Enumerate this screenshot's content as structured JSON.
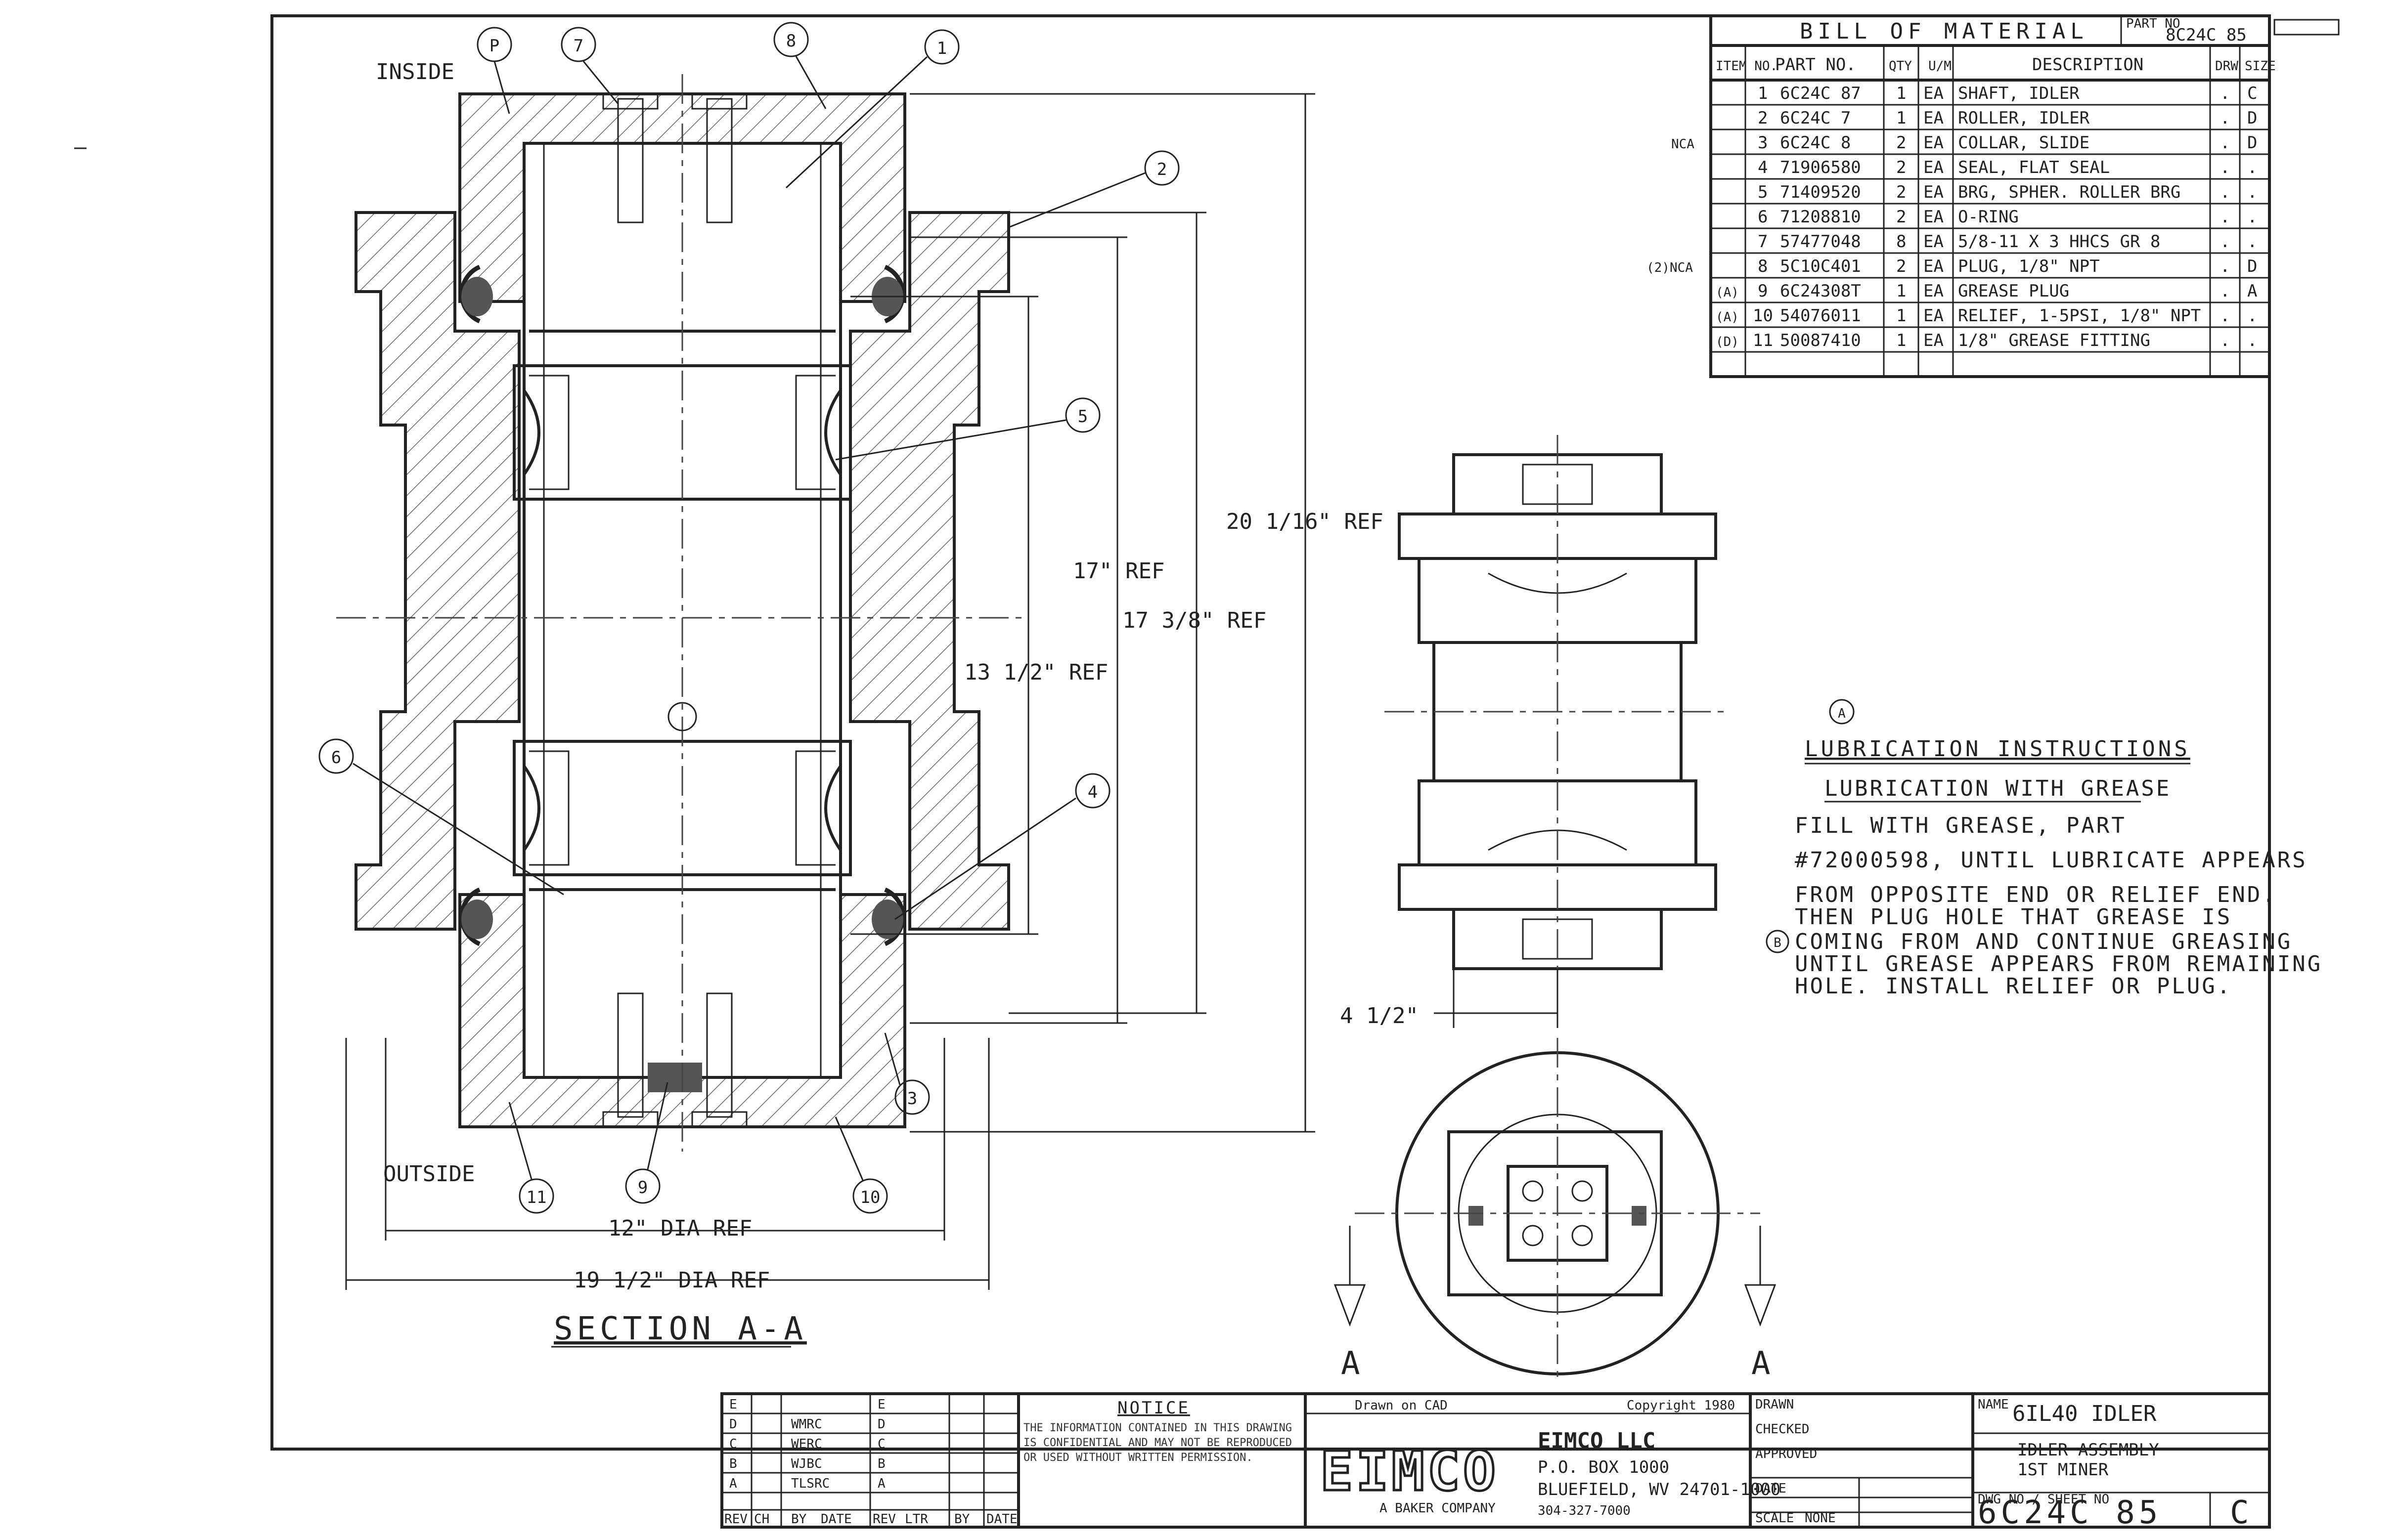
{
  "drawing": {
    "labels": {
      "inside": "INSIDE",
      "outside": "OUTSIDE",
      "section_title": "SECTION A-A",
      "section_letter": "A"
    },
    "balloons": {
      "p": "P",
      "n7": "7",
      "n8": "8",
      "n1": "1",
      "n2": "2",
      "n5": "5",
      "n6": "6",
      "n4": "4",
      "n3": "3",
      "n11": "11",
      "n9": "9",
      "n10": "10"
    },
    "dimensions": {
      "d1": "20 1/16\" REF",
      "d2": "17\" REF",
      "d3": "17 3/8\" REF",
      "d4": "13 1/2\" REF",
      "d5": "12\" DIA REF",
      "d6": "19 1/2\" DIA REF",
      "d7": "4 1/2\""
    }
  },
  "bom": {
    "title": "BILL OF MATERIAL",
    "ref_label": "PART NO",
    "ref_value": "8C24C 85",
    "headers": [
      "ITEM NO.",
      "PART NO.",
      "QTY",
      "U/M",
      "DESCRIPTION",
      "DRW",
      "SIZE"
    ],
    "rows": [
      {
        "mark": "",
        "item": "1",
        "part": "6C24C 87",
        "qty": "1",
        "um": "EA",
        "desc": "SHAFT, IDLER",
        "drw": ".",
        "size": "C"
      },
      {
        "mark": "",
        "item": "2",
        "part": "6C24C 7",
        "qty": "1",
        "um": "EA",
        "desc": "ROLLER, IDLER",
        "drw": ".",
        "size": "D"
      },
      {
        "mark": "NCA",
        "item": "3",
        "part": "6C24C 8",
        "qty": "2",
        "um": "EA",
        "desc": "COLLAR, SLIDE",
        "drw": ".",
        "size": "D"
      },
      {
        "mark": "",
        "item": "4",
        "part": "71906580",
        "qty": "2",
        "um": "EA",
        "desc": "SEAL, FLAT SEAL",
        "drw": ".",
        "size": "."
      },
      {
        "mark": "",
        "item": "5",
        "part": "71409520",
        "qty": "2",
        "um": "EA",
        "desc": "BRG, SPHER. ROLLER BRG",
        "drw": ".",
        "size": "."
      },
      {
        "mark": "",
        "item": "6",
        "part": "71208810",
        "qty": "2",
        "um": "EA",
        "desc": "O-RING",
        "drw": ".",
        "size": "."
      },
      {
        "mark": "",
        "item": "7",
        "part": "57477048",
        "qty": "8",
        "um": "EA",
        "desc": "5/8-11 X 3 HHCS GR 8",
        "drw": ".",
        "size": "."
      },
      {
        "mark": "(2)NCA",
        "item": "8",
        "part": "5C10C401",
        "qty": "2",
        "um": "EA",
        "desc": "PLUG, 1/8\" NPT",
        "drw": ".",
        "size": "D"
      },
      {
        "mark": "(A)",
        "item": "9",
        "part": "6C24308T",
        "qty": "1",
        "um": "EA",
        "desc": "GREASE PLUG",
        "drw": ".",
        "size": "A"
      },
      {
        "mark": "(A)",
        "item": "10",
        "part": "54076011",
        "qty": "1",
        "um": "EA",
        "desc": "RELIEF, 1-5PSI, 1/8\" NPT",
        "drw": ".",
        "size": "."
      },
      {
        "mark": "(D)",
        "item": "11",
        "part": "50087410",
        "qty": "1",
        "um": "EA",
        "desc": "1/8\" GREASE FITTING",
        "drw": ".",
        "size": "."
      }
    ]
  },
  "notes": {
    "marker": "A",
    "heading": "LUBRICATION INSTRUCTIONS",
    "subheading": "LUBRICATION WITH GREASE",
    "lines": [
      "FILL WITH GREASE, PART",
      "#72000598, UNTIL LUBRICATE APPEARS",
      "FROM OPPOSITE END OR RELIEF END.",
      "THEN PLUG HOLE THAT GREASE IS",
      "COMING FROM AND CONTINUE GREASING",
      "UNTIL GREASE APPEARS FROM REMAINING",
      "HOLE. INSTALL RELIEF OR PLUG."
    ],
    "side_marker": "B"
  },
  "title_block": {
    "revisions": [
      {
        "rev": "E",
        "by": "",
        "date": ""
      },
      {
        "rev": "D",
        "by": "WMRC",
        "date": ""
      },
      {
        "rev": "C",
        "by": "WERC",
        "date": ""
      },
      {
        "rev": "B",
        "by": "WJBC",
        "date": ""
      },
      {
        "rev": "A",
        "by": "TLSRC",
        "date": ""
      }
    ],
    "rev_headers": [
      "REV",
      "CH",
      "BY",
      "DATE",
      "REV",
      "LTR",
      "BY",
      "DATE"
    ],
    "notice_title": "NOTICE",
    "notice_text": "THE INFORMATION CONTAINED IN THIS DRAWING IS CONFIDENTIAL AND MAY NOT BE REPRODUCED OR USED WITHOUT WRITTEN PERMISSION.",
    "drawn_on": "Drawn on CAD",
    "copyright": "Copyright 1980",
    "company_logo": "EIMCO",
    "company_sub": "A BAKER COMPANY",
    "company_name": "EIMCO LLC",
    "address1": "P.O. BOX 1000",
    "address2": "BLUEFIELD, WV 24701-1000",
    "phone": "304-327-7000",
    "title_label": "NAME",
    "title1": "6IL40 IDLER",
    "title2": "IDLER ASSEMBLY",
    "title3": "1ST MINER",
    "dwg_label": "DWG NO / SHEET NO",
    "dwg_no": "6C24C 85",
    "dwg_rev": "C",
    "approvals": [
      "DRAWN",
      "CHECKED",
      "APPROVED",
      "DATE",
      "SCALE",
      "NONE"
    ]
  }
}
